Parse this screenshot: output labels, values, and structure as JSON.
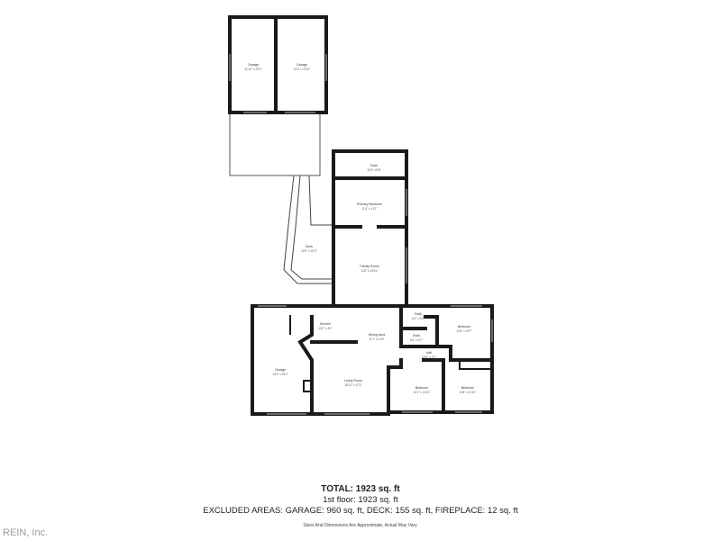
{
  "rooms": {
    "garage_top_left": {
      "name": "Garage",
      "dims": "11'10\" x 22'0\""
    },
    "garage_top_right": {
      "name": "Garage",
      "dims": "11'11\" x 22'0\""
    },
    "bath": {
      "name": "Bath",
      "dims": "11'6\" x 5'8\""
    },
    "primary_bedroom": {
      "name": "Primary Bedroom",
      "dims": "11'4\" x 11'2\""
    },
    "deck": {
      "name": "Deck",
      "dims": "10'0\" x 20'0\""
    },
    "family_room": {
      "name": "Family Room",
      "dims": "11'6\" x 16'11\""
    },
    "kitchen": {
      "name": "Kitchen",
      "dims": "14'2\" x 8'1\""
    },
    "dining_area": {
      "name": "Dining Area",
      "dims": "11'1\" x 13'6\""
    },
    "bath_small_1": {
      "name": "Bath",
      "dims": "6'4\" x 5'3\""
    },
    "bath_small_2": {
      "name": "Bath",
      "dims": "6'4\" x 5'1\""
    },
    "bedroom_right": {
      "name": "Bedroom",
      "dims": "13'3\" x 10'7\""
    },
    "hall": {
      "name": "Hall",
      "dims": "16'4\" x 3'7\""
    },
    "garage_main": {
      "name": "Garage",
      "dims": "13'1\" x 29'2\""
    },
    "living_room": {
      "name": "Living Room",
      "dims": "18'11\" x 17'3\""
    },
    "bedroom_mid": {
      "name": "Bedroom",
      "dims": "10'1\" x 11'10\""
    },
    "bedroom_far": {
      "name": "Bedroom",
      "dims": "11'8\" x 11'10\""
    }
  },
  "summary": {
    "total": "TOTAL: 1923 sq. ft",
    "first_floor": "1st floor: 1923 sq. ft",
    "excluded": "EXCLUDED AREAS: GARAGE: 960 sq. ft, DECK: 155 sq. ft, FIREPLACE: 12 sq. ft",
    "disclaimer": "Sizes And Dimensions Are Approximate, Actual May Vary."
  },
  "watermark": "REIN, Inc."
}
